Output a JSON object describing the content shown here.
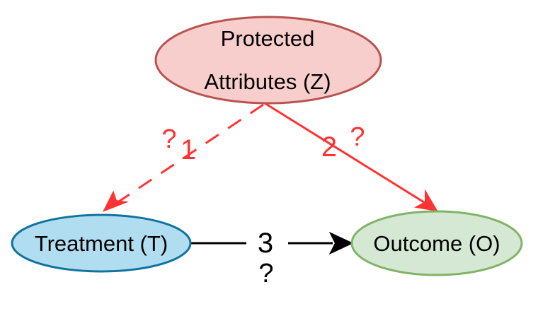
{
  "nodes": {
    "protected": {
      "label_line1": "Protected",
      "label_line2": "Attributes (Z)",
      "fill": "#f8cecc",
      "stroke": "#b85450"
    },
    "treatment": {
      "label": "Treatment (T)",
      "fill": "#b1ddf0",
      "stroke": "#10739e"
    },
    "outcome": {
      "label": "Outcome (O)",
      "fill": "#d5e8d4",
      "stroke": "#82b366"
    }
  },
  "edges": {
    "z_to_t": {
      "number": "1",
      "question": "?",
      "color": "#ff3333",
      "style": "dashed"
    },
    "z_to_o": {
      "number": "2",
      "question": "?",
      "color": "#ff3333",
      "style": "solid"
    },
    "t_to_o": {
      "number": "3",
      "question": "?",
      "color": "#000000",
      "style": "solid"
    }
  }
}
